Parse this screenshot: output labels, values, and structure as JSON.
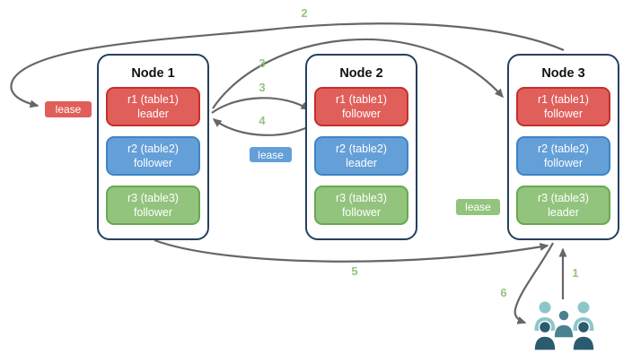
{
  "nodes": [
    {
      "title": "Node 1",
      "replicas": [
        {
          "name": "r1 (table1)",
          "role": "leader"
        },
        {
          "name": "r2 (table2)",
          "role": "follower"
        },
        {
          "name": "r3 (table3)",
          "role": "follower"
        }
      ]
    },
    {
      "title": "Node 2",
      "replicas": [
        {
          "name": "r1 (table1)",
          "role": "follower"
        },
        {
          "name": "r2 (table2)",
          "role": "leader"
        },
        {
          "name": "r3 (table3)",
          "role": "follower"
        }
      ]
    },
    {
      "title": "Node 3",
      "replicas": [
        {
          "name": "r1 (table1)",
          "role": "follower"
        },
        {
          "name": "r2 (table2)",
          "role": "follower"
        },
        {
          "name": "r3 (table3)",
          "role": "leader"
        }
      ]
    }
  ],
  "leases": [
    {
      "label": "lease",
      "color": "#e05f5a"
    },
    {
      "label": "lease",
      "color": "#649fd8"
    },
    {
      "label": "lease",
      "color": "#93c47d"
    }
  ],
  "steps": [
    {
      "label": "2"
    },
    {
      "label": "3"
    },
    {
      "label": "3"
    },
    {
      "label": "4"
    },
    {
      "label": "5"
    },
    {
      "label": "1"
    },
    {
      "label": "6"
    }
  ],
  "colors": {
    "replica_red_fill": "#e05f5a",
    "replica_red_border": "#c62f28",
    "replica_blue_fill": "#649fd8",
    "replica_blue_border": "#3d85c6",
    "replica_green_fill": "#93c47d",
    "replica_green_border": "#69a84f",
    "node_border": "#24405f",
    "arrow": "#666666",
    "step_label": "#93c47d",
    "users_back": "#8cc6c9",
    "users_middle": "#4a8191",
    "users_front": "#2a5b6e"
  }
}
